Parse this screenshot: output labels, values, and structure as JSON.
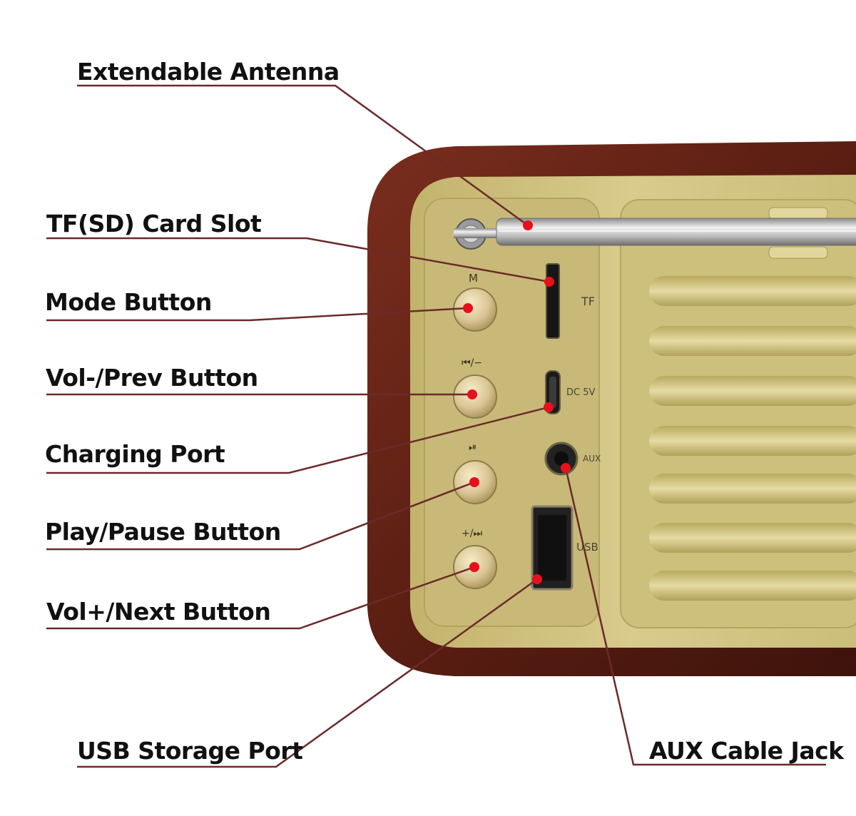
{
  "callouts": {
    "antenna": "Extendable Antenna",
    "tf_slot": "TF(SD) Card Slot",
    "mode": "Mode Button",
    "vol_prev": "Vol-/Prev Button",
    "charging": "Charging Port",
    "play_pause": "Play/Pause Button",
    "vol_next": "Vol+/Next Button",
    "usb": "USB Storage Port",
    "aux": "AUX Cable Jack"
  },
  "panel_labels": {
    "tf": "TF",
    "dc": "DC 5V",
    "aux": "AUX",
    "usb": "USB"
  },
  "button_glyphs": {
    "mode": "M",
    "prev": "⏮/−",
    "play": "⏯",
    "next": "+/⏭"
  },
  "colors": {
    "wood": "#5a1e12",
    "panel": "#cdbf7c",
    "leader_line": "#6b2a2a",
    "marker": "#e8101c",
    "button_gold": "#d9c594"
  }
}
